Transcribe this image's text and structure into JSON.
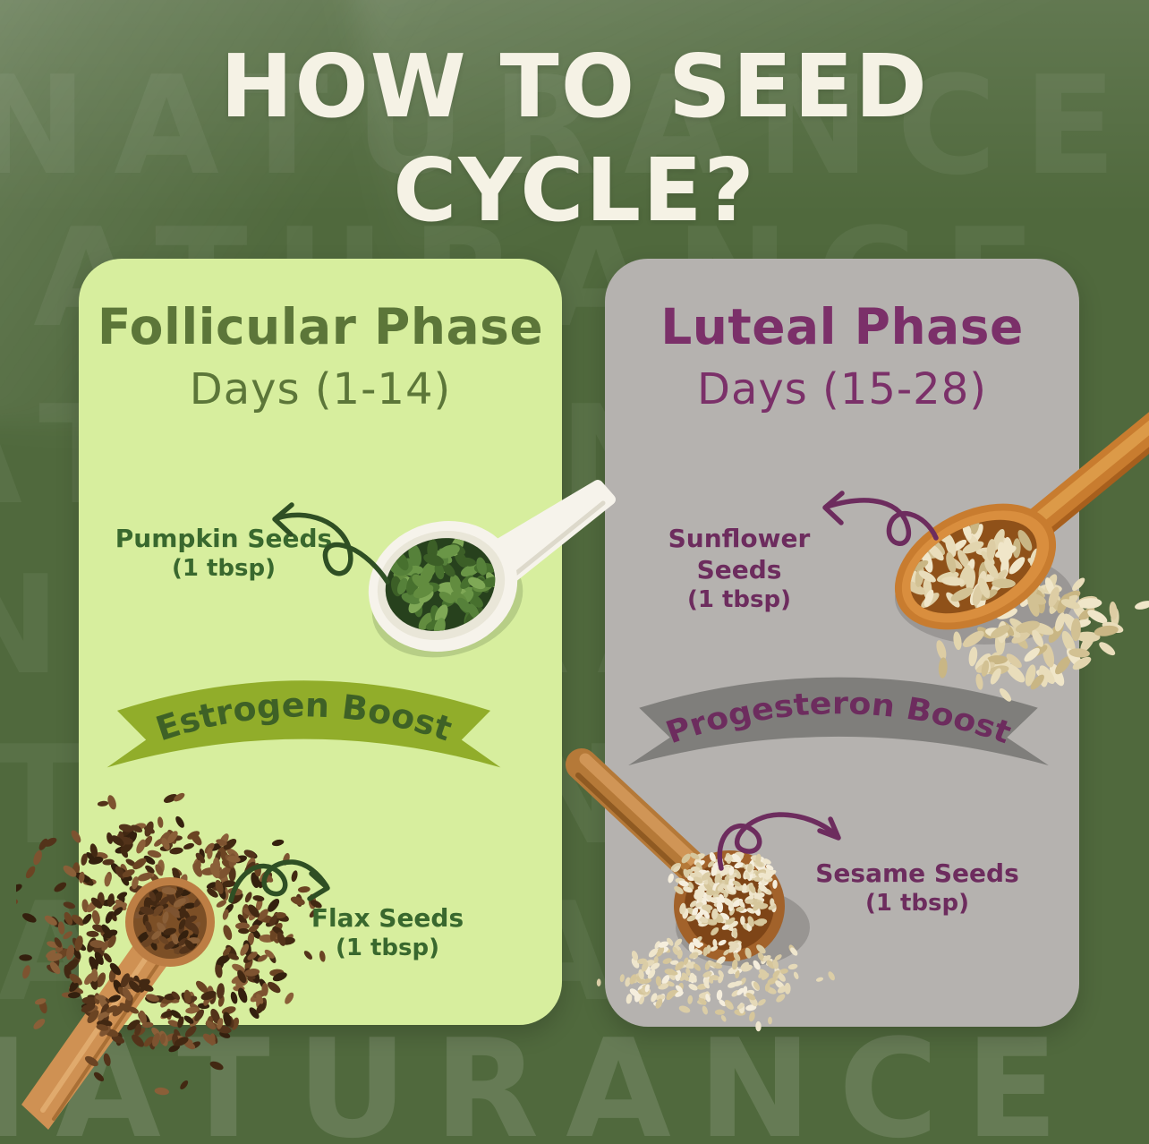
{
  "title": {
    "line_1": "HOW TO SEED",
    "line_2": "CYCLE?"
  },
  "watermark_text": "NATURANCE",
  "cards": {
    "follicular": {
      "phase_title": "Follicular Phase",
      "days_range": "Days (1-14)",
      "seed_top": {
        "name": "Pumpkin Seeds",
        "amount": "(1 tbsp)"
      },
      "hormone_ribbon": "Estrogen Boost",
      "seed_bottom": {
        "name": "Flax Seeds",
        "amount": "(1 tbsp)"
      }
    },
    "luteal": {
      "phase_title": "Luteal Phase",
      "days_range": "Days (15-28)",
      "seed_top": {
        "name": "Sunflower Seeds",
        "amount": "(1 tbsp)"
      },
      "hormone_ribbon": "Progesteron Boost",
      "seed_bottom": {
        "name": "Sesame Seeds",
        "amount": "(1 tbsp)"
      }
    }
  },
  "colors": {
    "background_green": "#50693d",
    "card_follicular_bg": "#d7ee9e",
    "card_luteal_bg": "#b5b2af",
    "title_text": "#f5f2e5",
    "follicular_text": "#5c7639",
    "luteal_text": "#7b3069",
    "follicular_label_text": "#39682e",
    "luteal_label_text": "#6d2c5e",
    "ribbon_estrogen_bg": "#91ad2a",
    "ribbon_estrogen_text": "#3e6126",
    "ribbon_progesteron_bg": "#7f7e7b",
    "ribbon_progesteron_text": "#6d2c5e",
    "arrow_green": "#2f4f24",
    "arrow_purple": "#6d2c5e"
  }
}
